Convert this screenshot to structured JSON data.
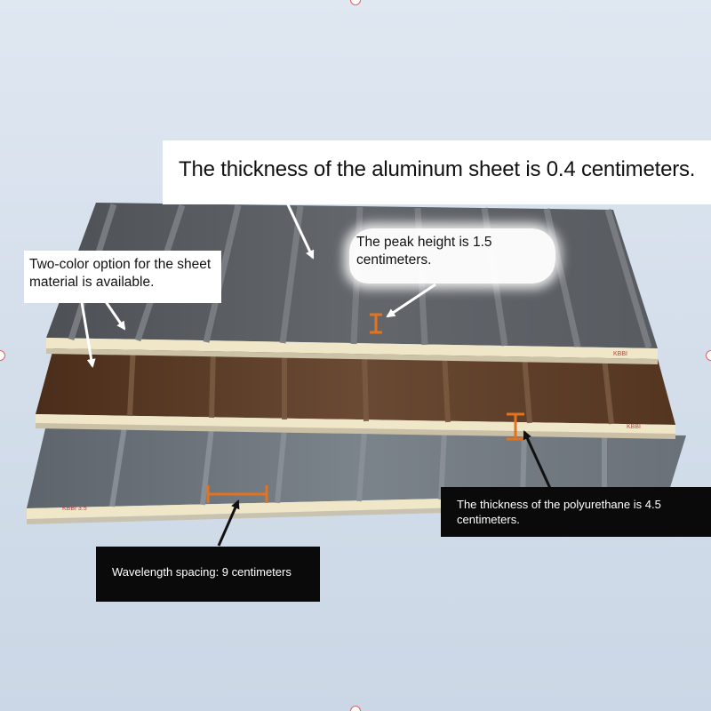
{
  "annotations": {
    "aluminum_thickness": "The thickness of the aluminum sheet is 0.4 centimeters.",
    "peak_height_line1": "The peak height is 1.5",
    "peak_height_line2": "centimeters.",
    "two_color_line1": "Two-color option for the sheet",
    "two_color_line2": "material is available.",
    "polyurethane_line1": "The thickness of the polyurethane is 4.5",
    "polyurethane_line2": "centimeters.",
    "wavelength_spacing": "Wavelength spacing: 9 centimeters"
  },
  "colors": {
    "panel_top_gray": "#5f6367",
    "panel_middle_brown": "#5a3a24",
    "panel_bottom_gray": "#6d757d",
    "foam_core": "#f0e6c8",
    "measure_marker": "#e3731e",
    "arrow": "#111111"
  }
}
